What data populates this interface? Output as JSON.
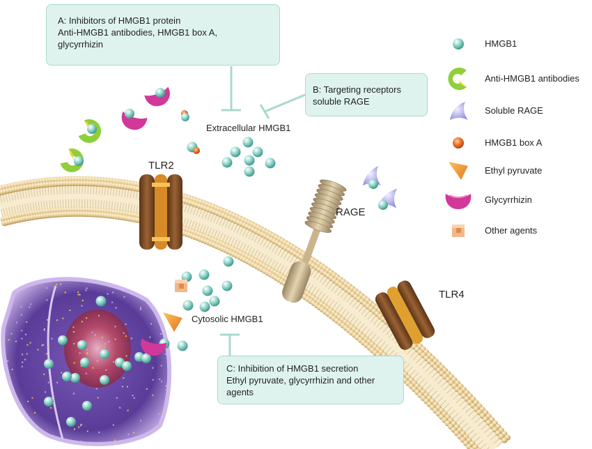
{
  "callouts": {
    "a": {
      "line1": "A: Inhibitors of HMGB1 protein",
      "line2": "Anti-HMGB1 antibodies, HMGB1 box A,",
      "line3": "glycyrrhizin"
    },
    "b": {
      "line1": "B:  Targeting receptors",
      "line2": "soluble RAGE"
    },
    "c": {
      "line1": "C:  Inhibition of HMGB1 secretion",
      "line2": "Ethyl pyruvate, glycyrrhizin and other",
      "line3": "agents"
    }
  },
  "labels": {
    "extracellular": "Extracellular HMGB1",
    "cytosolic": "Cytosolic HMGB1",
    "tlr2": "TLR2",
    "tlr4": "TLR4",
    "rage": "RAGE"
  },
  "legend": [
    {
      "icon": "hmgb1-icon",
      "label": "HMGB1"
    },
    {
      "icon": "anti-hmgb1-antibody-icon",
      "label": "Anti-HMGB1 antibodies"
    },
    {
      "icon": "soluble-rage-icon",
      "label": "Soluble RAGE"
    },
    {
      "icon": "hmgb1-box-a-icon",
      "label": "HMGB1 box A"
    },
    {
      "icon": "ethyl-pyruvate-icon",
      "label": "Ethyl pyruvate"
    },
    {
      "icon": "glycyrrhizin-icon",
      "label": "Glycyrrhizin"
    },
    {
      "icon": "other-agents-icon",
      "label": "Other agents"
    }
  ],
  "colors": {
    "hmgb1": "#8fd4c8",
    "membrane_head": "#e8cf98",
    "antibody_green": "#8fcf3a",
    "antibody_yellow": "#f0d23a",
    "soluble_rage": "#9f9ee8",
    "box_a": "#e06a2a",
    "ethyl_pyruvate": "#f08a1e",
    "glycyrrhizin": "#d2389a",
    "other_agents": "#f2b88a",
    "callout_bg": "#dff3ee"
  }
}
